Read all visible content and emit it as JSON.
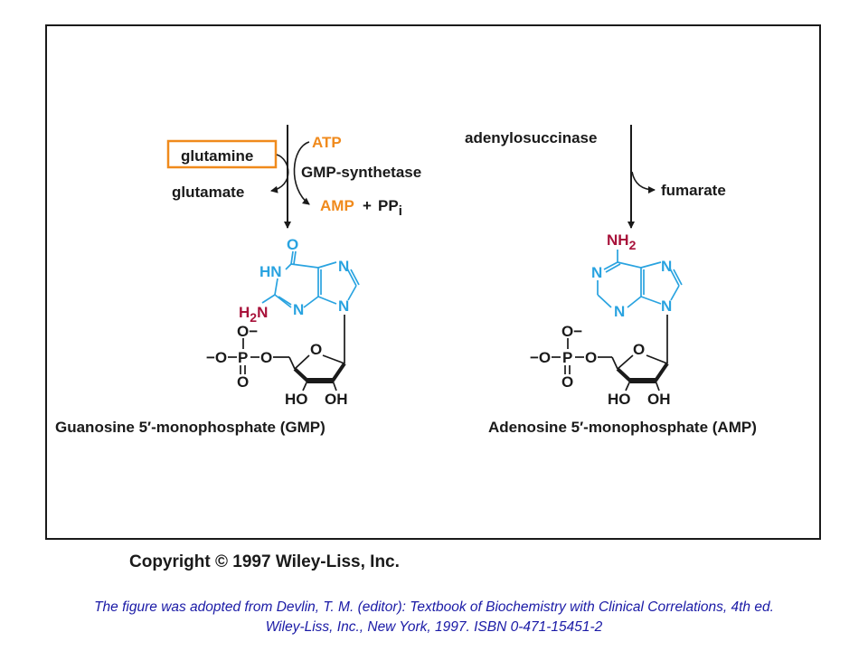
{
  "colors": {
    "reaction": "#1a1a1a",
    "highlight": "#f08a1c",
    "ring_atom": "#29a3e0",
    "substituent": "#a8123a",
    "caption": "#1a1aa6"
  },
  "gmp_reaction": {
    "input": "glutamine",
    "cofactor_in": "ATP",
    "enzyme": "GMP-synthetase",
    "product_side": "glutamate",
    "cofactor_out_1": "AMP",
    "plus": "+",
    "cofactor_out_2": "PP",
    "cofactor_out_2_sub": "i"
  },
  "amp_reaction": {
    "enzyme": "adenylosuccinase",
    "product_side": "fumarate"
  },
  "gmp_molecule": {
    "carbonyl_o": "O",
    "hn": "HN",
    "n_1": "N",
    "n_2": "N",
    "n_3": "N",
    "amino_h": "H",
    "amino_sub": "2",
    "amino_n": "N",
    "name": "Guanosine 5′-monophosphate (GMP)"
  },
  "amp_molecule": {
    "amino_nh": "NH",
    "amino_sub": "2",
    "n_1": "N",
    "n_2": "N",
    "n_3": "N",
    "n_4": "N",
    "name": "Adenosine 5′-monophosphate (AMP)"
  },
  "phosphate": {
    "o_minus_top": "O−",
    "o_minus_left": "−O",
    "p": "P",
    "o_bridge": "O",
    "o_double": "O",
    "ring_o": "O",
    "ho": "HO",
    "oh": "OH"
  },
  "copyright": "Copyright © 1997 Wiley-Liss, Inc.",
  "caption": {
    "line1": "The figure was adopted from Devlin, T. M. (editor): Textbook of Biochemistry with Clinical Correlations, 4th ed.",
    "line2": "Wiley-Liss, Inc., New York, 1997. ISBN 0-471-15451-2"
  }
}
